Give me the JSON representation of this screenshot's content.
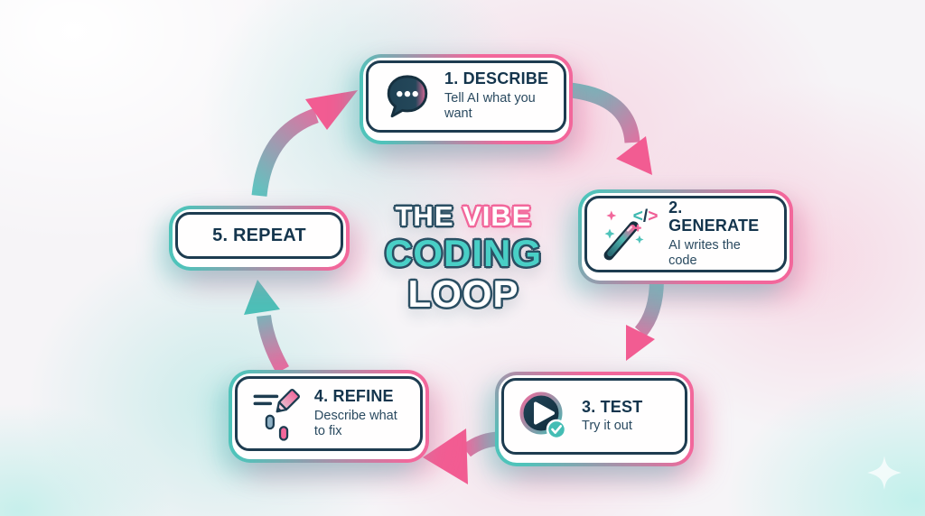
{
  "title": {
    "word_the": "THE",
    "word_vibe": "VIBE",
    "word_coding": "CODING",
    "word_loop": "LOOP"
  },
  "steps": [
    {
      "label": "1. DESCRIBE",
      "description": "Tell AI what you want",
      "icon": "speech-bubble-icon"
    },
    {
      "label": "2. GENERATE",
      "description": "AI writes the code",
      "icon": "magic-wand-icon"
    },
    {
      "label": "3. TEST",
      "description": "Try it out",
      "icon": "play-check-icon"
    },
    {
      "label": "4. REFINE",
      "description": "Describe what to fix",
      "icon": "sliders-pencil-icon"
    },
    {
      "label": "5. REPEAT",
      "description": "",
      "icon": "none"
    }
  ],
  "icons": {
    "code_open": "<",
    "code_slash": "/",
    "code_close": ">",
    "sparkle": "four-point-star"
  },
  "colors": {
    "pink": "#f2679b",
    "teal": "#4fc3ba",
    "navy": "#1d3c50",
    "title_teal": "#49cfc6",
    "card_bg": "#fffefe"
  }
}
